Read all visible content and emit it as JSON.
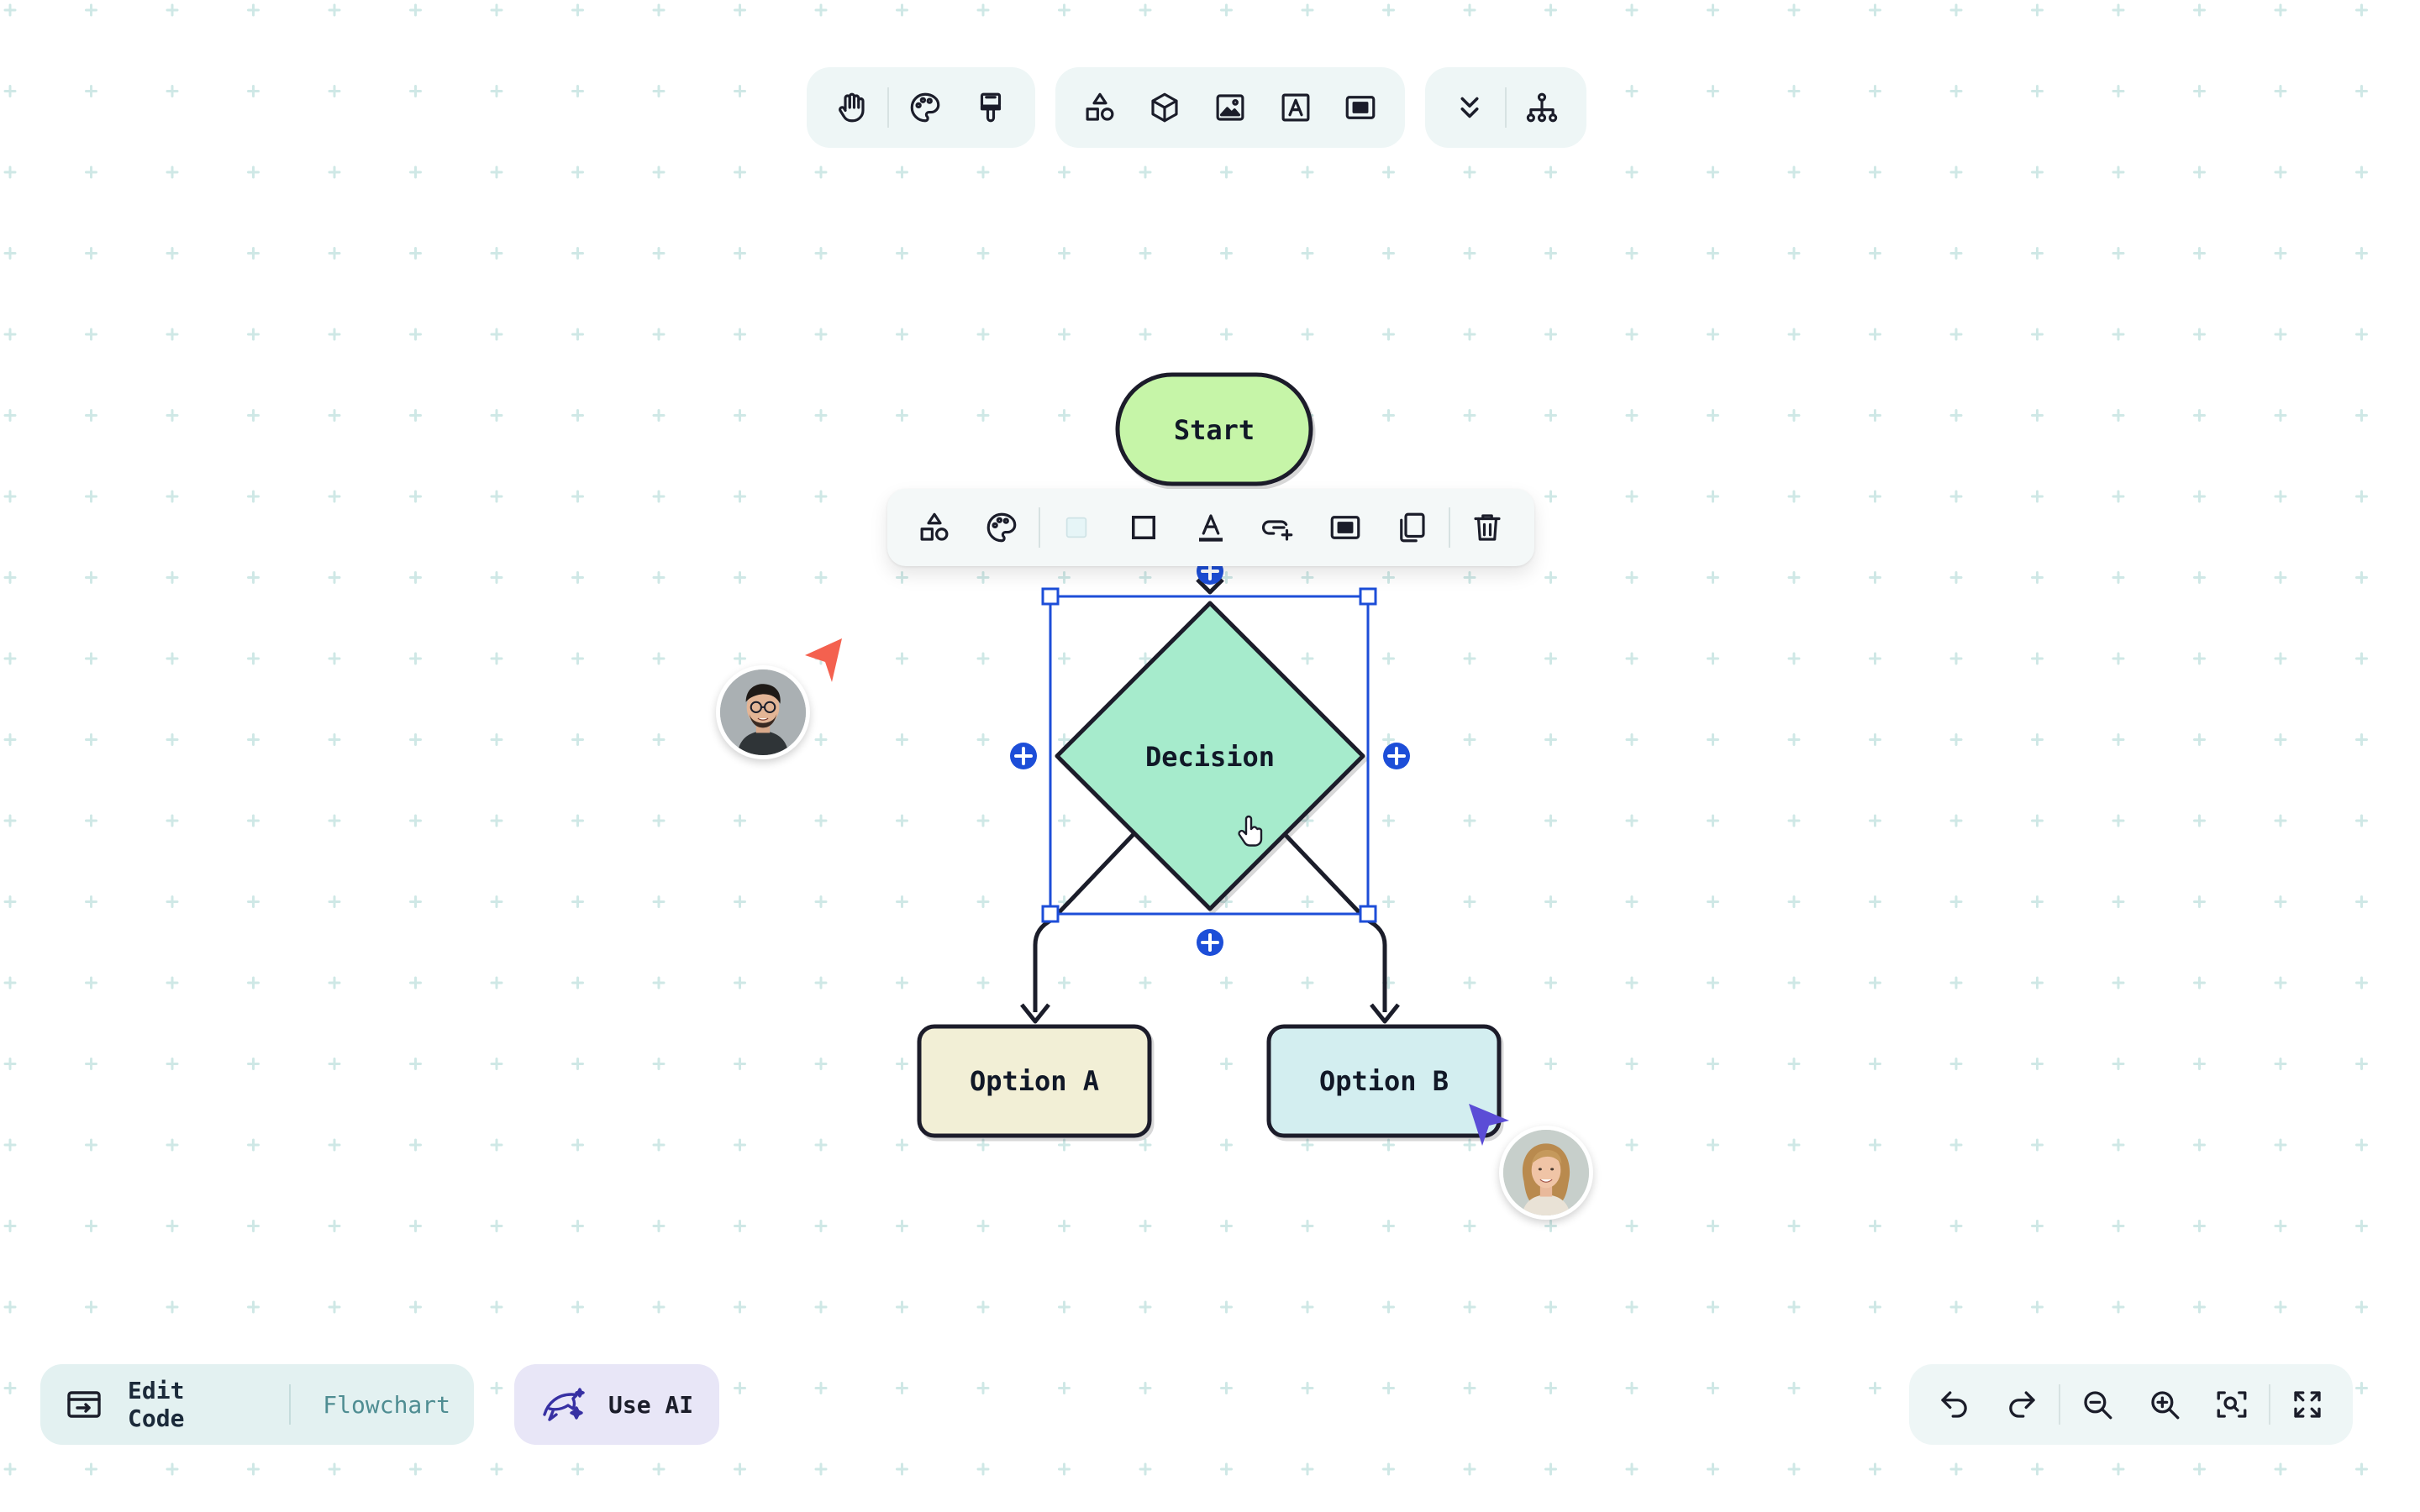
{
  "top_toolbar": {
    "groups": [
      [
        "hand-icon",
        "palette-icon",
        "paint-roller-icon"
      ],
      [
        "shapes-icon",
        "cube-icon",
        "image-icon",
        "text-box-icon",
        "frame-icon"
      ],
      [
        "chevrons-down-icon",
        "hierarchy-icon"
      ]
    ]
  },
  "flowchart": {
    "start_label": "Start",
    "decision_label": "Decision",
    "option_a_label": "Option A",
    "option_b_label": "Option B",
    "colors": {
      "start_fill": "#c6f5a8",
      "decision_fill": "#a6ebcc",
      "option_a_fill": "#f2efd6",
      "option_b_fill": "#d3eef0",
      "stroke": "#1b1d2a",
      "selection": "#1d4ed8"
    }
  },
  "context_toolbar": {
    "items": [
      "shapes-icon",
      "palette-icon",
      "fill-color-swatch",
      "border-icon",
      "text-color-icon",
      "link-add-icon",
      "frame-icon",
      "duplicate-icon",
      "delete-icon"
    ]
  },
  "bottom_left": {
    "edit_code_label": "Edit Code",
    "diagram_type": "Flowchart",
    "use_ai_label": "Use AI"
  },
  "bottom_right": {
    "items": [
      "undo-icon",
      "redo-icon",
      "zoom-out-icon",
      "zoom-in-icon",
      "zoom-fit-icon",
      "fullscreen-icon"
    ]
  },
  "collaborators": [
    {
      "name": "collaborator-man",
      "cursor_color": "#f4614f"
    },
    {
      "name": "collaborator-woman",
      "cursor_color": "#5b4dd6"
    }
  ]
}
